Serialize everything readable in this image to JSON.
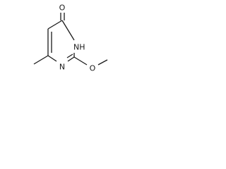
{
  "molecule": {
    "atoms": {
      "carbonyl_oxygen": "O",
      "ring_nh": "NH",
      "ring_n": "N",
      "ether_oxygen": "O"
    }
  }
}
